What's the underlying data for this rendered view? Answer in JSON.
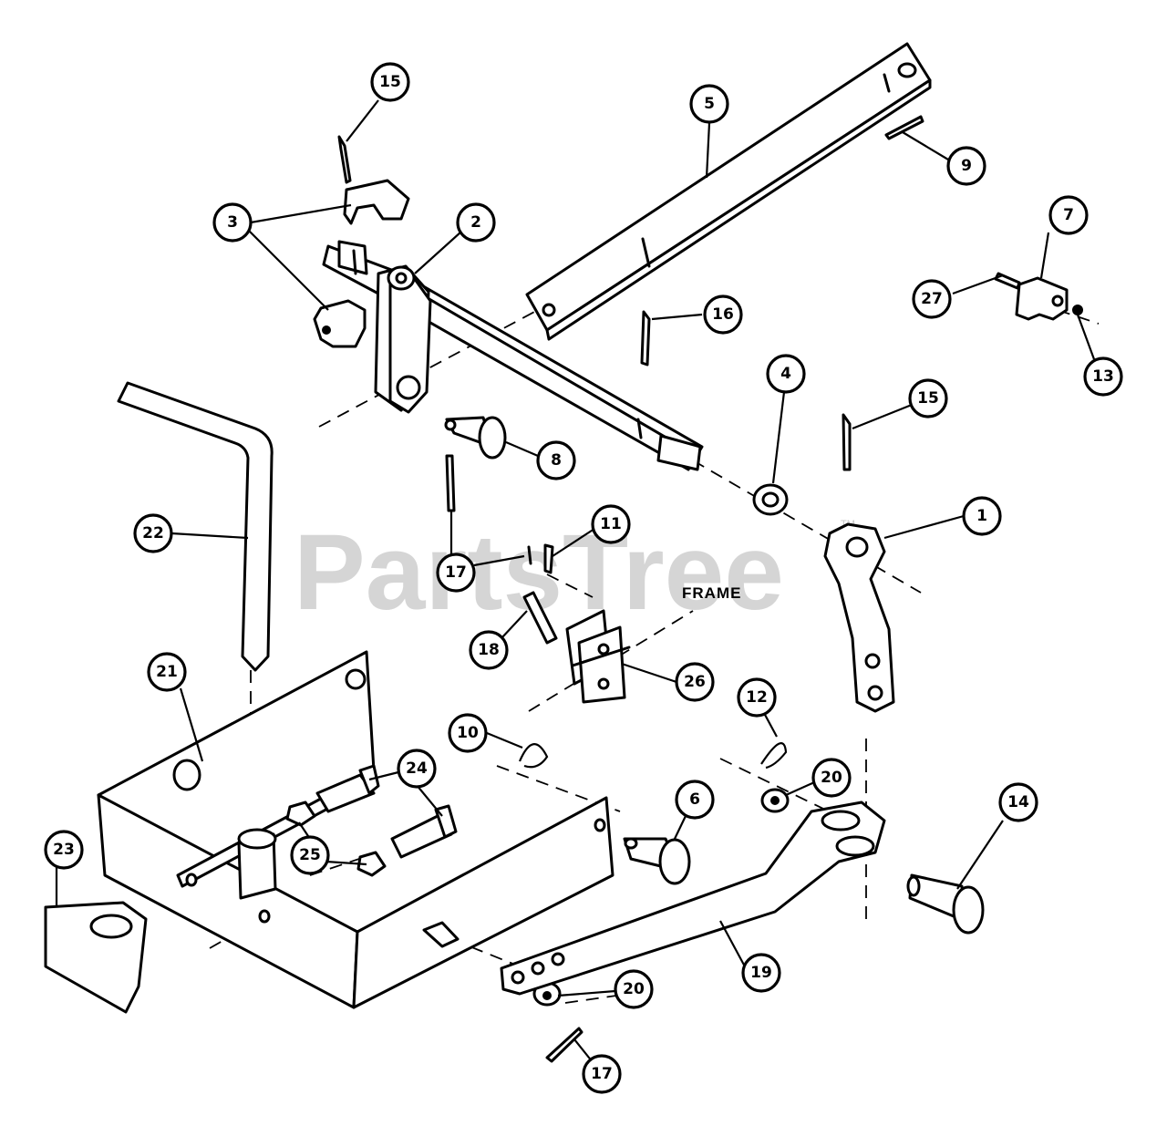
{
  "watermark": {
    "text": "PartsTree",
    "mark": "TM"
  },
  "frame_label": "FRAME",
  "callouts": [
    {
      "id": "callout-15-top",
      "label": "15"
    },
    {
      "id": "callout-5",
      "label": "5"
    },
    {
      "id": "callout-9",
      "label": "9"
    },
    {
      "id": "callout-3",
      "label": "3"
    },
    {
      "id": "callout-2",
      "label": "2"
    },
    {
      "id": "callout-7",
      "label": "7"
    },
    {
      "id": "callout-27",
      "label": "27"
    },
    {
      "id": "callout-16",
      "label": "16"
    },
    {
      "id": "callout-13",
      "label": "13"
    },
    {
      "id": "callout-4",
      "label": "4"
    },
    {
      "id": "callout-15-right",
      "label": "15"
    },
    {
      "id": "callout-8",
      "label": "8"
    },
    {
      "id": "callout-22",
      "label": "22"
    },
    {
      "id": "callout-1",
      "label": "1"
    },
    {
      "id": "callout-11",
      "label": "11"
    },
    {
      "id": "callout-17-mid",
      "label": "17"
    },
    {
      "id": "callout-18",
      "label": "18"
    },
    {
      "id": "callout-21",
      "label": "21"
    },
    {
      "id": "callout-26",
      "label": "26"
    },
    {
      "id": "callout-12",
      "label": "12"
    },
    {
      "id": "callout-10",
      "label": "10"
    },
    {
      "id": "callout-20-right",
      "label": "20"
    },
    {
      "id": "callout-24",
      "label": "24"
    },
    {
      "id": "callout-6",
      "label": "6"
    },
    {
      "id": "callout-14",
      "label": "14"
    },
    {
      "id": "callout-23",
      "label": "23"
    },
    {
      "id": "callout-25",
      "label": "25"
    },
    {
      "id": "callout-19",
      "label": "19"
    },
    {
      "id": "callout-20-bottom",
      "label": "20"
    },
    {
      "id": "callout-17-bottom",
      "label": "17"
    }
  ]
}
